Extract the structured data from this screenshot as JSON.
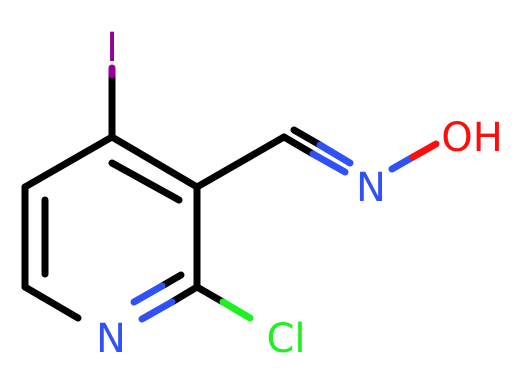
{
  "molecule": {
    "atoms": {
      "iodine": {
        "symbol": "I",
        "color": "#940094"
      },
      "oxime_oh": {
        "symbol": "OH",
        "color": "#ff0d0d"
      },
      "oxime_n": {
        "symbol": "N",
        "color": "#3050f8"
      },
      "ring_n": {
        "symbol": "N",
        "color": "#3050f8"
      },
      "chlorine": {
        "symbol": "Cl",
        "color": "#1ff01f"
      }
    },
    "bond_color": "#000000"
  }
}
